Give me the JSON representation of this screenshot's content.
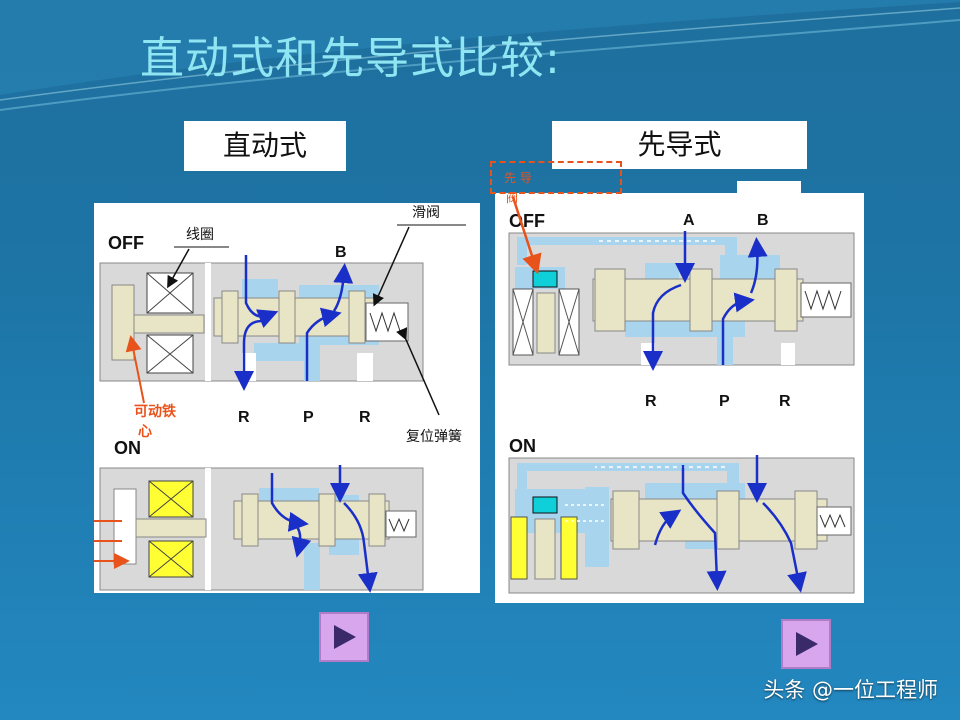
{
  "slide": {
    "title": "直动式和先导式比较:"
  },
  "direct": {
    "header": "直动式",
    "off_label": "OFF",
    "on_label": "ON",
    "coil_label": "线圈",
    "spool_label": "滑阀",
    "armature_label_1": "可动铁",
    "armature_label_2": "心",
    "spring_label": "复位弹簧",
    "port_b": "B",
    "port_r1": "R",
    "port_p": "P",
    "port_r2": "R"
  },
  "pilot": {
    "header": "先导式",
    "pilot_label_1": "先 导",
    "pilot_label_2": "阀",
    "off_label": "OFF",
    "on_label": "ON",
    "port_a": "A",
    "port_b": "B",
    "port_r1": "R",
    "port_p": "P",
    "port_r2": "R"
  },
  "watermark": "头条 @一位工程师",
  "colors": {
    "fluid": "#a9d4ee",
    "body": "#d9d9d9",
    "spool": "#e8e4c6",
    "arrow": "#1a2fc8",
    "callout": "#e8531c",
    "coil_yellow": "#ffff33",
    "button": "#d7a6ec"
  }
}
